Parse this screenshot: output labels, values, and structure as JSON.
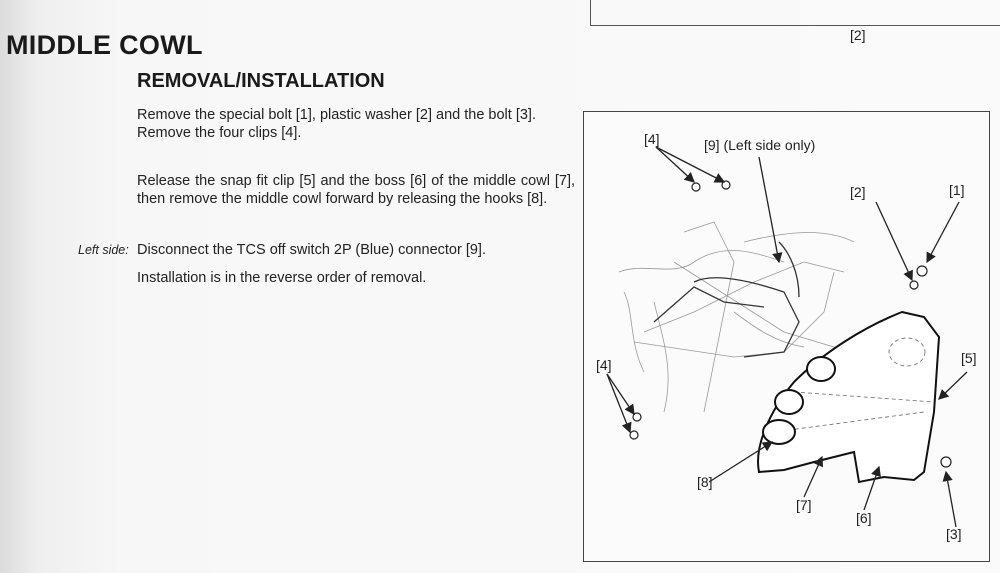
{
  "header_box": {
    "callout": "[2]"
  },
  "section_title": "MIDDLE COWL",
  "subsection_title": "REMOVAL/INSTALLATION",
  "steps": {
    "p1": "Remove the special bolt [1], plastic washer [2] and the bolt [3].",
    "p1b": "Remove the four clips [4].",
    "p2": "Release the snap fit clip [5] and the boss [6] of the middle cowl [7], then remove the middle cowl forward by releasing the hooks [8].",
    "p3_label": "Left side:",
    "p3": "Disconnect the TCS off switch 2P (Blue) connector [9].",
    "p4": "Installation is in the reverse order of removal."
  },
  "figure": {
    "callouts": {
      "c4_top": "[4]",
      "c9": "[9] (Left side only)",
      "c2": "[2]",
      "c1": "[1]",
      "c5": "[5]",
      "c4_left": "[4]",
      "c8": "[8]",
      "c7": "[7]",
      "c6": "[6]",
      "c3": "[3]"
    }
  }
}
